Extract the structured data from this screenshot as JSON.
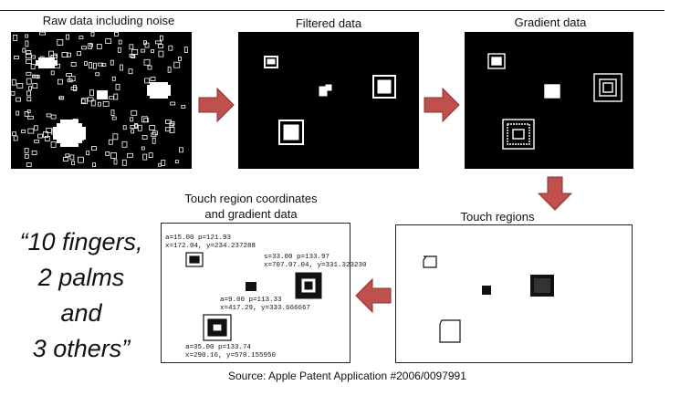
{
  "labels": {
    "raw": "Raw data including noise",
    "filtered": "Filtered data",
    "gradient": "Gradient data",
    "regions": "Touch regions",
    "coords_line1": "Touch region coordinates",
    "coords_line2": "and gradient data"
  },
  "quote": {
    "line1": "“10 fingers,",
    "line2": "2 palms",
    "line3": "and",
    "line4": "3 others”"
  },
  "annotations": [
    {
      "line1": "a=15.00  p=121.93",
      "line2": "x=172.04, y=234.237288"
    },
    {
      "line1": "s=33.00  p=133.97",
      "line2": "x=707.07.04, y=331.323230"
    },
    {
      "line1": "a=9.00  p=113.33",
      "line2": "x=417.29, y=333.666667"
    },
    {
      "line1": "a=35.00  p=133.74",
      "line2": "x=290.16, y=570.155950"
    }
  ],
  "source": "Source: Apple Patent Application #2006/0097991",
  "colors": {
    "arrow": "#c0504d",
    "arrow_border": "#8c2f2c",
    "panel_bg": "#000000"
  }
}
